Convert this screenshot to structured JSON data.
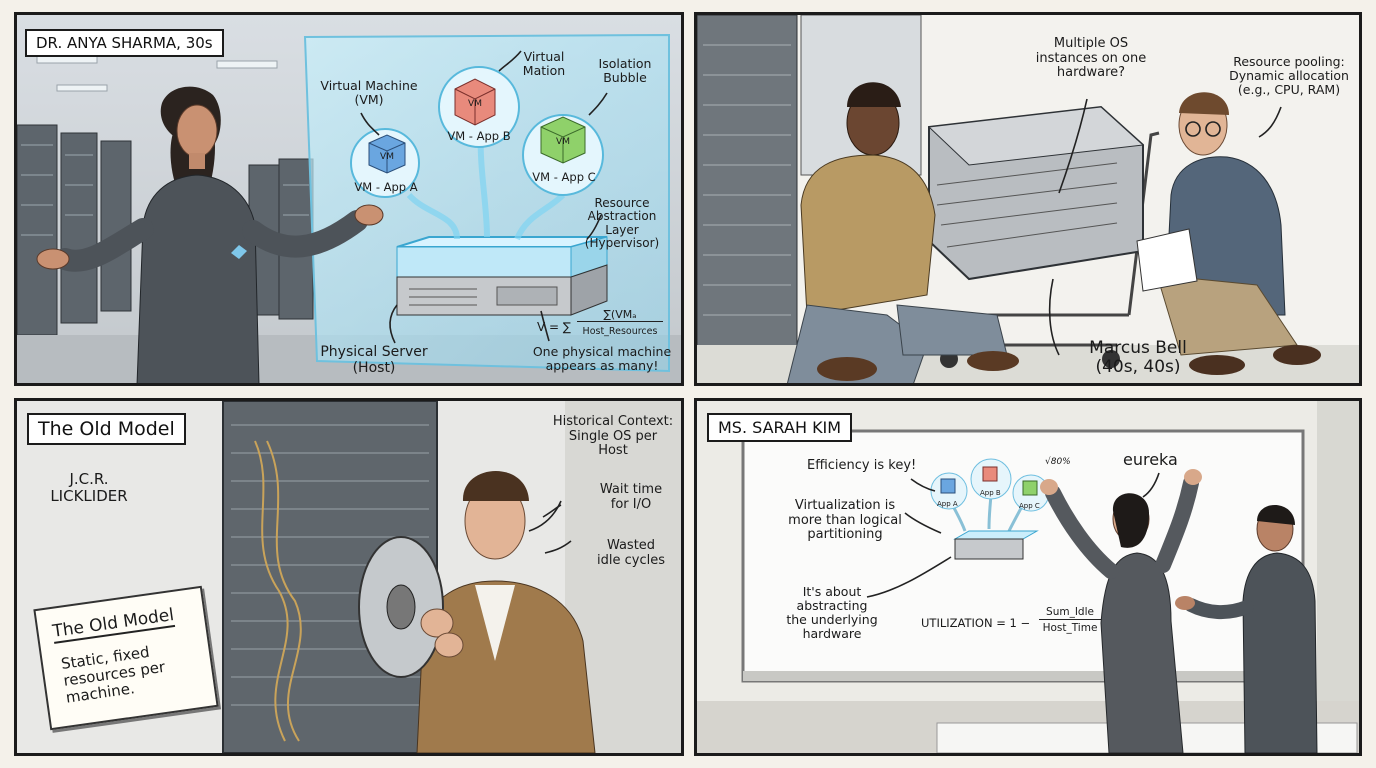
{
  "panel1": {
    "caption": "DR. ANYA SHARMA, 30s",
    "vm_label": "Virtual Machine\n(VM)",
    "virtual_mation": "Virtual\nMation",
    "isolation": "Isolation\nBubble",
    "vm_a": "VM - App A",
    "vm_b": "VM - App B",
    "vm_c": "VM - App C",
    "cube": "VM",
    "layer": "Resource\nAbstraction\nLayer\n(Hypervisor)",
    "formula_lhs": "V = ∑",
    "formula_num": "∑(VMₐ",
    "formula_den": "Host_Resources",
    "server": "Physical Server\n(Host)",
    "one_machine": "One physical machine\nappears as many!"
  },
  "panel2": {
    "multi_os": "Multiple OS\ninstances on one\nhardware?",
    "pooling": "Resource pooling:\nDynamic allocation\n(e.g., CPU, RAM)",
    "marcus": "Marcus Bell\n(40s, 40s)"
  },
  "panel3": {
    "caption": "The Old Model",
    "licklider": "J.C.R.\nLICKLIDER",
    "history": "Historical Context:\nSingle OS per\nHost",
    "wait": "Wait time\nfor I/O",
    "wasted": "Wasted\nidle cycles",
    "note_title": "The Old Model",
    "note_body": "Static, fixed\nresources per\nmachine."
  },
  "panel4": {
    "caption": "MS. SARAH KIM",
    "efficiency": "Efficiency is key!",
    "eureka": "eureka",
    "virt": "Virtualization is\nmore than logical\npartitioning",
    "abstract": "It's about\nabstracting\nthe underlying\nhardware",
    "util_lhs": "UTILIZATION = 1 −",
    "util_num": "Sum_Idle",
    "util_den": "Host_Time",
    "app_a": "App A",
    "app_b": "App B",
    "app_c": "App C",
    "scribble": "√80%"
  },
  "colors": {
    "hologram": "#9fdcf0",
    "cube_a": "#6aa6e0",
    "cube_b": "#e88a7c",
    "cube_c": "#8fd16a",
    "shirt": "#4d5359",
    "jacket": "#b89a64",
    "tweed": "#a07a4c"
  }
}
